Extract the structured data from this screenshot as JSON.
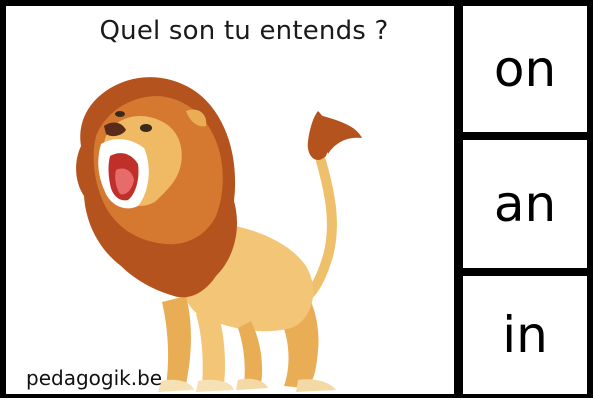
{
  "question": "Quel son tu entends ?",
  "watermark": "pedagogik.be",
  "image": {
    "subject": "lion",
    "icon": "lion-illustration"
  },
  "choices": [
    {
      "label": "on"
    },
    {
      "label": "an"
    },
    {
      "label": "in"
    }
  ],
  "colors": {
    "border": "#000000",
    "mane": "#b5531e",
    "body": "#f3c677",
    "mouth": "#c0302a"
  }
}
